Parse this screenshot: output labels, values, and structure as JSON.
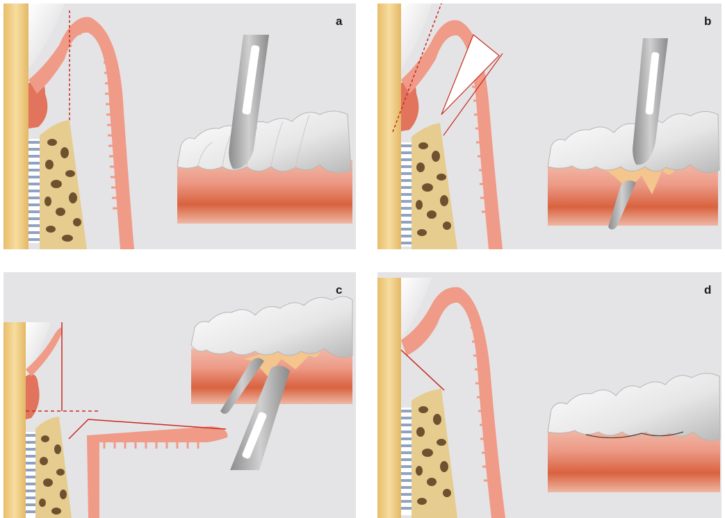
{
  "figure": {
    "panels": [
      {
        "id": "a",
        "letter": "a"
      },
      {
        "id": "b",
        "letter": "b"
      },
      {
        "id": "c",
        "letter": "c"
      },
      {
        "id": "d",
        "letter": "d"
      }
    ]
  },
  "colors": {
    "panel_background": "#e4e4e6",
    "tooth_root": "#f0cf88",
    "gingiva": "#f09a88",
    "bone": "#e6cc8e",
    "bone_pores": "#6e5230",
    "periodontal_ligament": "#8ea3c4",
    "incision_line": "#c8281e",
    "enamel": "#ececec",
    "scalpel": "#a8a8a8",
    "mucosa_deep": "#cf5a3a"
  }
}
